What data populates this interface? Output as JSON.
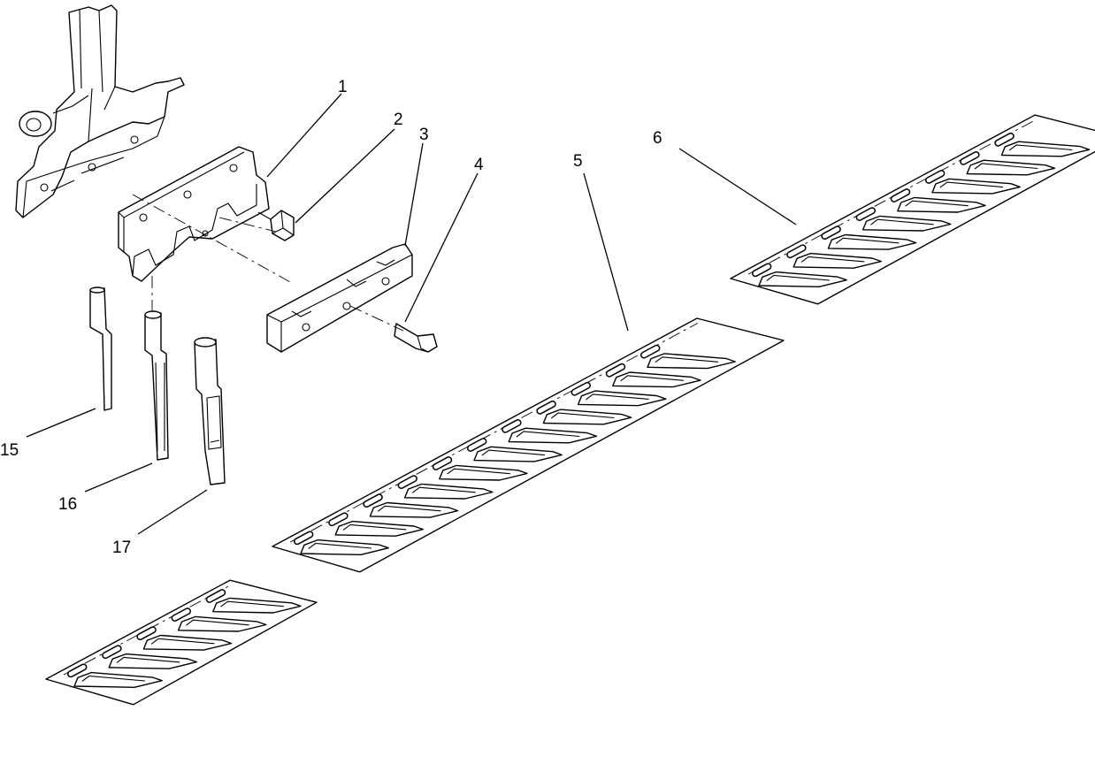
{
  "callouts": {
    "c1": "1",
    "c2": "2",
    "c3": "3",
    "c4": "4",
    "c5": "5",
    "c6": "6",
    "c15": "15",
    "c16": "16",
    "c17": "17"
  },
  "colors": {
    "line": "#000000",
    "background": "#ffffff"
  }
}
